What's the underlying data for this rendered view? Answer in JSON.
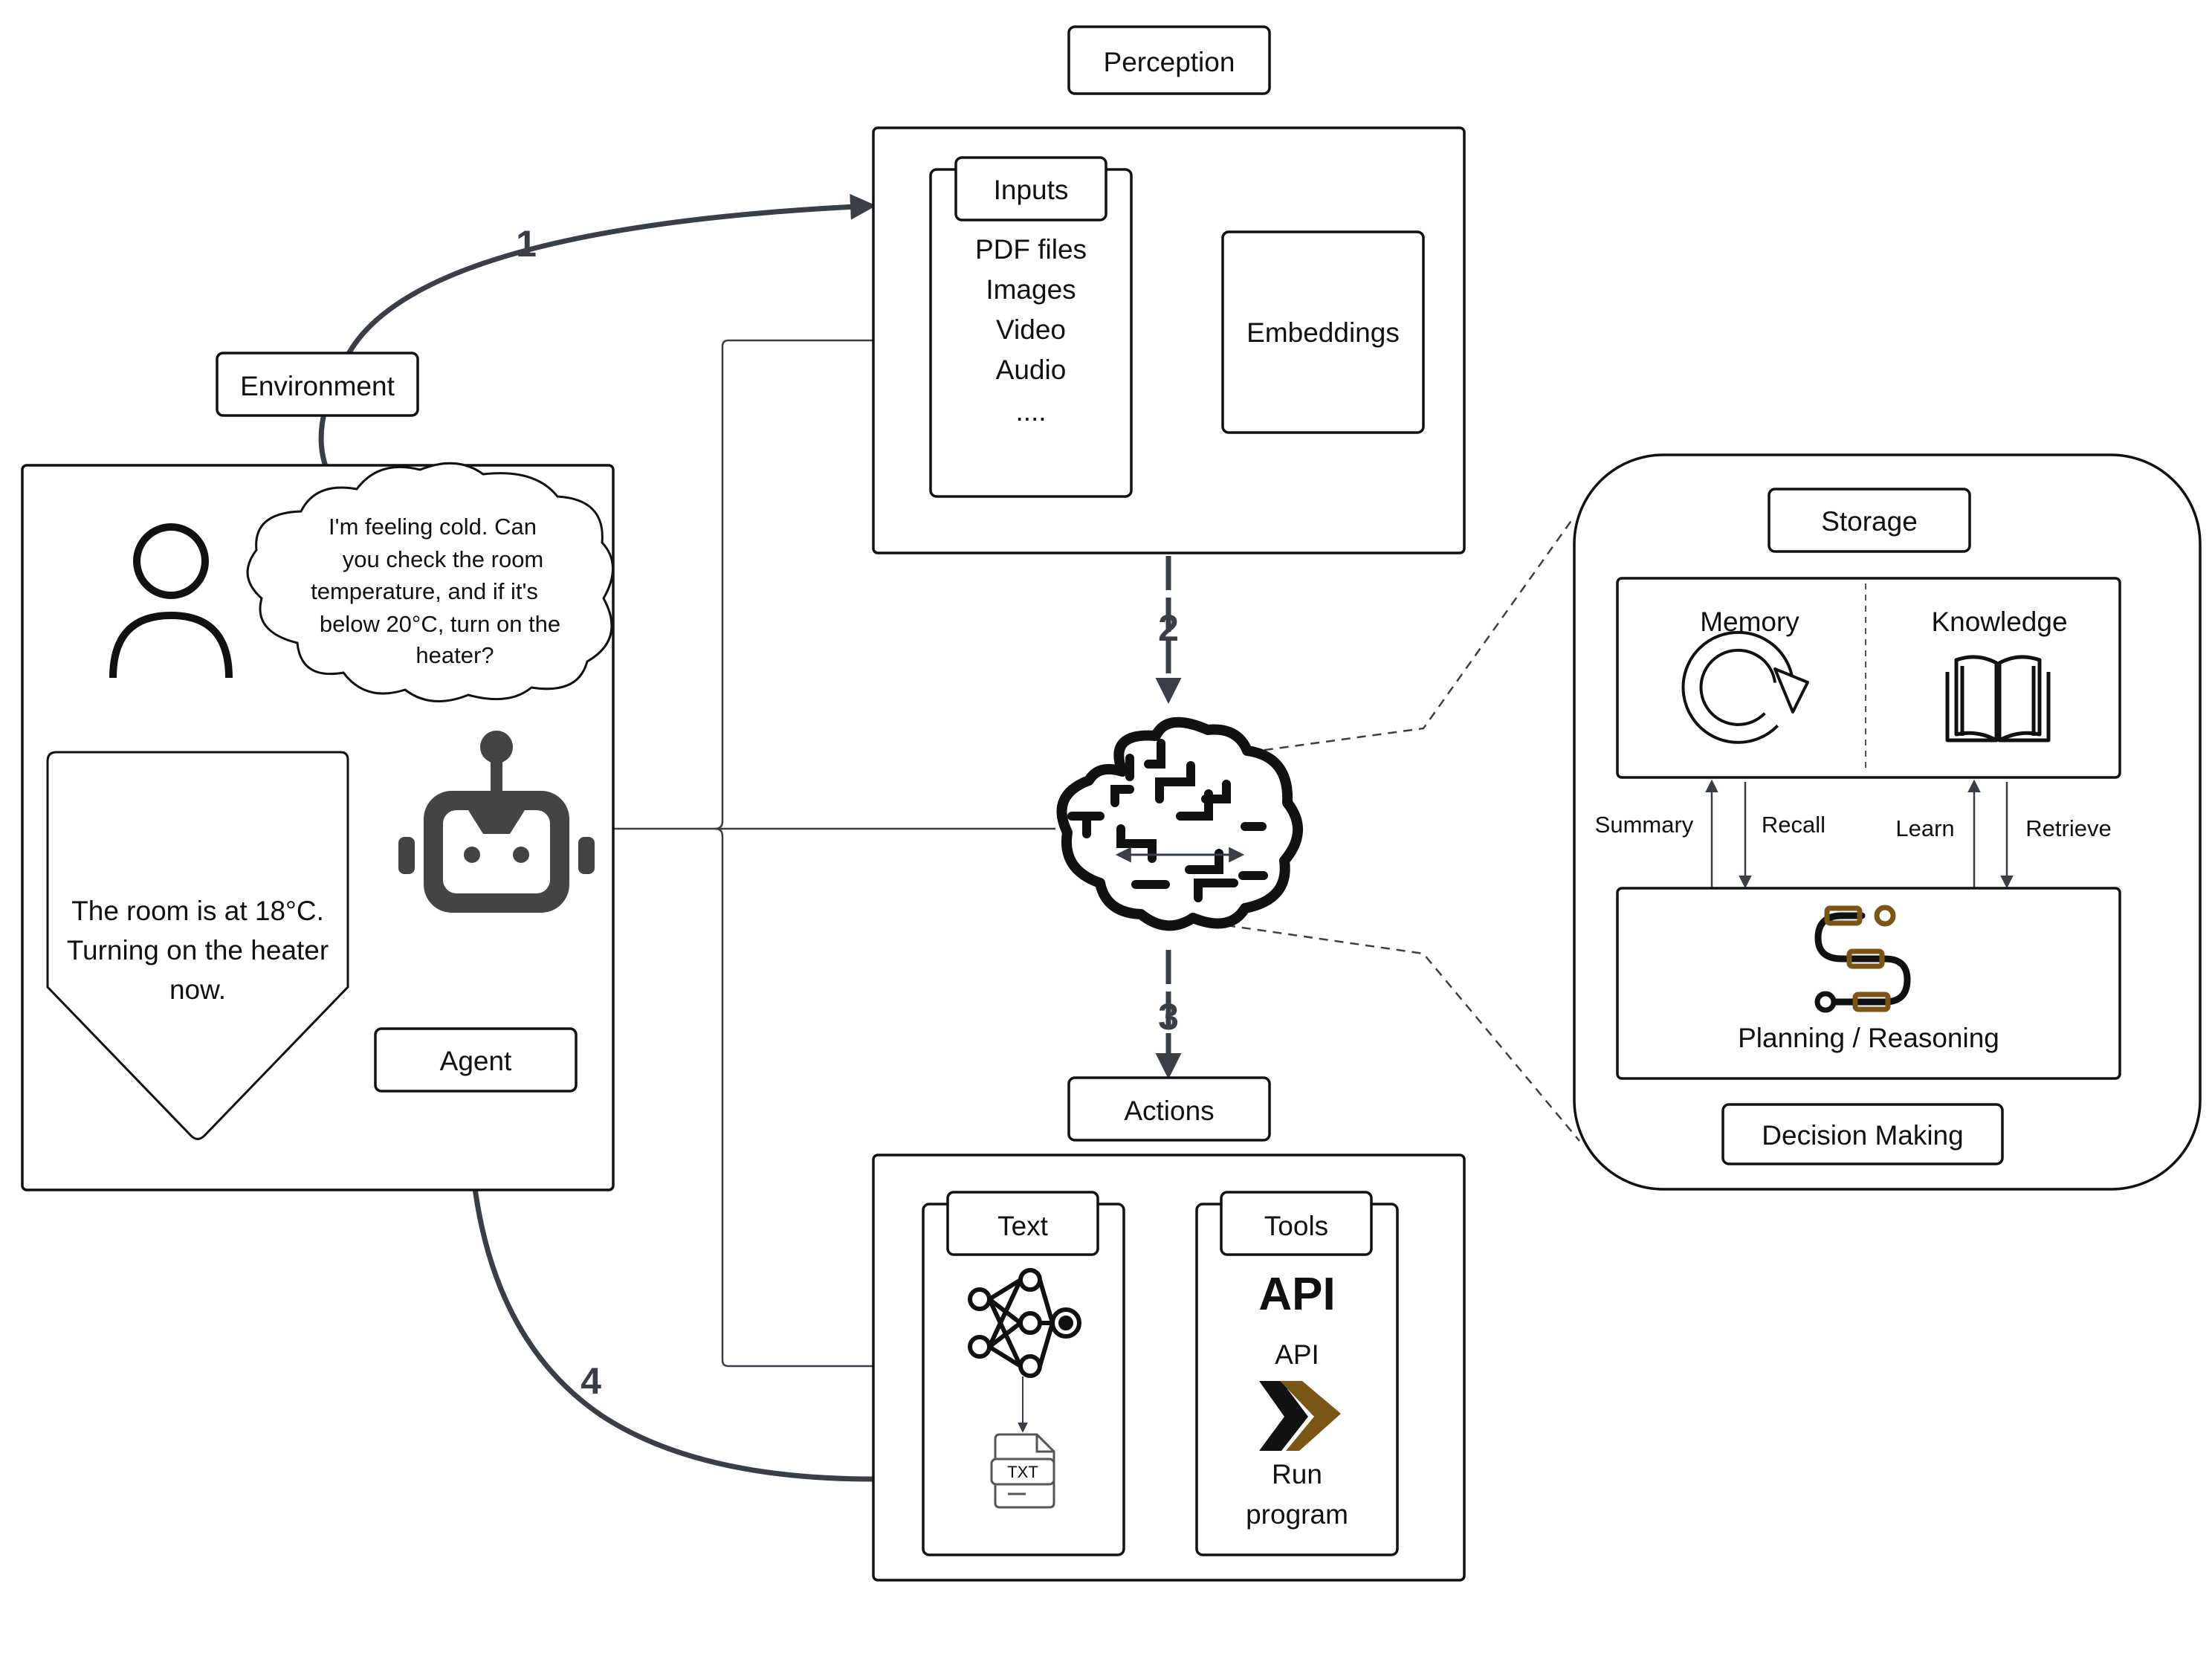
{
  "diagram": {
    "perception": {
      "title": "Perception",
      "inputs_title": "Inputs",
      "inputs": [
        "PDF files",
        "Images",
        "Video",
        "Audio",
        "...."
      ],
      "embeddings": "Embeddings"
    },
    "environment": {
      "title": "Environment",
      "user_message": [
        "I'm feeling cold. Can",
        "you check the room",
        "temperature, and if it's",
        "below 20°C, turn on the",
        "heater?"
      ],
      "agent_message": [
        "The room is at 18°C.",
        "Turning on the heater",
        "now."
      ],
      "agent_label": "Agent"
    },
    "steps": [
      "1",
      "2",
      "3",
      "4"
    ],
    "actions": {
      "title": "Actions",
      "text_title": "Text",
      "tools_title": "Tools",
      "txt_file_label": "TXT",
      "api_logo_text": "API",
      "api_label": "API",
      "run_program": [
        "Run",
        "program"
      ]
    },
    "decision_making": {
      "storage_title": "Storage",
      "memory": "Memory",
      "knowledge": "Knowledge",
      "summary": "Summary",
      "recall": "Recall",
      "learn": "Learn",
      "retrieve": "Retrieve",
      "planning": "Planning / Reasoning",
      "title": "Decision Making"
    },
    "colors": {
      "line": "#3a3f47",
      "stroke": "#111111",
      "brown": "#7a5516",
      "api_logo": "#2d1414"
    }
  }
}
